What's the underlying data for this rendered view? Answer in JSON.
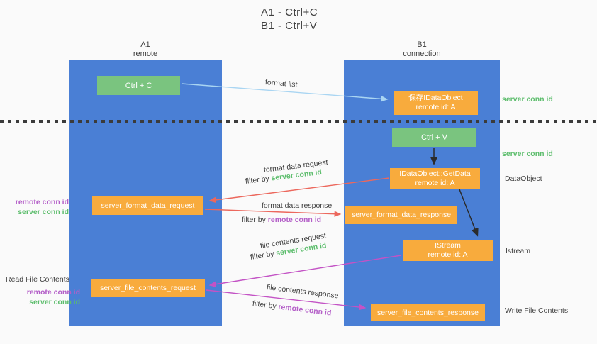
{
  "title": {
    "line1": "A1 - Ctrl+C",
    "line2": "B1 - Ctrl+V"
  },
  "columns": {
    "a": {
      "name": "A1",
      "subtitle": "remote"
    },
    "b": {
      "name": "B1",
      "subtitle": "connection"
    }
  },
  "nodes": {
    "ctrl_c": {
      "label": "Ctrl + C"
    },
    "ctrl_v": {
      "label": "Ctrl + V"
    },
    "save_dataobject": {
      "line1": "保存IDataObject",
      "line2": "remote id: A"
    },
    "getdata": {
      "line1": "IDataObject::GetData",
      "line2": "remote id: A"
    },
    "istream": {
      "line1": "IStream",
      "line2": "remote id: A"
    },
    "server_format_data_request": {
      "label": "server_format_data_request"
    },
    "server_format_data_response": {
      "label": "server_format_data_response"
    },
    "server_file_contents_request": {
      "label": "server_file_contents_request"
    },
    "server_file_contents_response": {
      "label": "server_file_contents_response"
    }
  },
  "arrow_labels": {
    "format_list": "format list",
    "format_data_request": "format data request",
    "format_data_request_filter_prefix": "filter by ",
    "format_data_request_filter_value": "server conn id",
    "format_data_response": "format data response",
    "format_data_response_filter_prefix": "filter by ",
    "format_data_response_filter_value": "remote conn id",
    "file_contents_request": "file contents request",
    "file_contents_request_filter_prefix": "filter by ",
    "file_contents_request_filter_value": "server conn id",
    "file_contents_response": "file contents response",
    "file_contents_response_filter_prefix": "filter by ",
    "file_contents_response_filter_value": "remote conn id"
  },
  "side_labels": {
    "right_server_conn_id_1": "server conn id",
    "right_server_conn_id_2": "server conn id",
    "right_dataobject": "DataObject",
    "right_istream": "Istream",
    "right_write_file_contents": "Write File Contents",
    "left_remote_conn_id_1": "remote conn id",
    "left_server_conn_id_1": "server conn id",
    "left_read_file_contents": "Read File Contents",
    "left_remote_conn_id_2": "remote conn id",
    "left_server_conn_id_2": "server conn id"
  },
  "colors": {
    "column_blue": "#4A7FD5",
    "node_green": "#7AC47F",
    "node_orange": "#F8AB3D",
    "arrow_light_blue": "#A9D5F2",
    "arrow_red": "#EC685D",
    "arrow_magenta": "#C353C5",
    "arrow_black": "#2B2B2B",
    "text_green": "#5CBD6C",
    "text_purple": "#B45FC8",
    "text_dark": "#3F3F3F",
    "background": "#FAFAFA"
  }
}
